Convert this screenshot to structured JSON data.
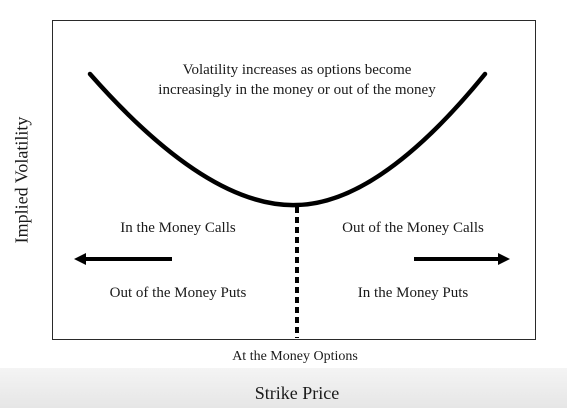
{
  "diagram": {
    "top_note_line1": "Volatility increases as options become",
    "top_note_line2": "increasingly in the money or out of the money",
    "left_upper": "In the Money Calls",
    "left_lower": "Out of the Money Puts",
    "right_upper": "Out of the Money Calls",
    "right_lower": "In the Money Puts",
    "center_label": "At the Money Options",
    "x_axis_label": "Strike Price",
    "y_axis_label": "Implied Volatility"
  },
  "colors": {
    "ink": "#000000",
    "frame": "#2a2a2a",
    "footer_band": "#ececec"
  }
}
